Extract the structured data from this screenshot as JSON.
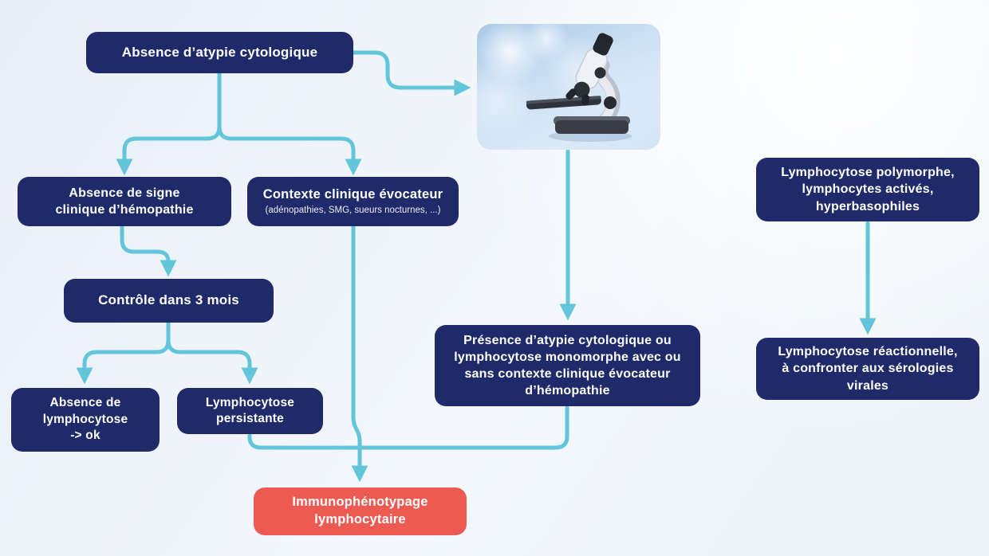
{
  "palette": {
    "navy": "#1f2a6b",
    "red": "#ec5a52",
    "arrow": "#62c5da",
    "bg1": "#e7eef7",
    "bg2": "#f4f8fc",
    "text": "#ffffff"
  },
  "nodes": {
    "absence_atypie": {
      "label": "Absence d’atypie cytologique"
    },
    "absence_signe": {
      "label": "Absence de signe\nclinique d’hémopathie"
    },
    "contexte": {
      "label": "Contexte clinique évocateur",
      "subtitle": "(adénopathies, SMG, sueurs nocturnes, ...)"
    },
    "controle": {
      "label": "Contrôle dans 3 mois"
    },
    "absence_lymphocytose": {
      "label": "Absence de\nlymphocytose\n-> ok"
    },
    "lymphocytose_persistante": {
      "label": "Lymphocytose\npersistante"
    },
    "presence_atypie": {
      "label": "Présence d’atypie cytologique ou\nlymphocytose monomorphe avec ou\nsans contexte clinique évocateur\nd’hémopathie"
    },
    "lymphocytose_polymorphe": {
      "label": "Lymphocytose polymorphe,\nlymphocytes activés,\nhyperbasophiles"
    },
    "lymphocytose_reactionnelle": {
      "label": "Lymphocytose réactionnelle,\nà confronter aux sérologies\nvirales"
    },
    "immunophenotypage": {
      "label": "Immunophénotypage\nlymphocytaire"
    }
  },
  "images": {
    "microscope": "microscope-photo"
  }
}
